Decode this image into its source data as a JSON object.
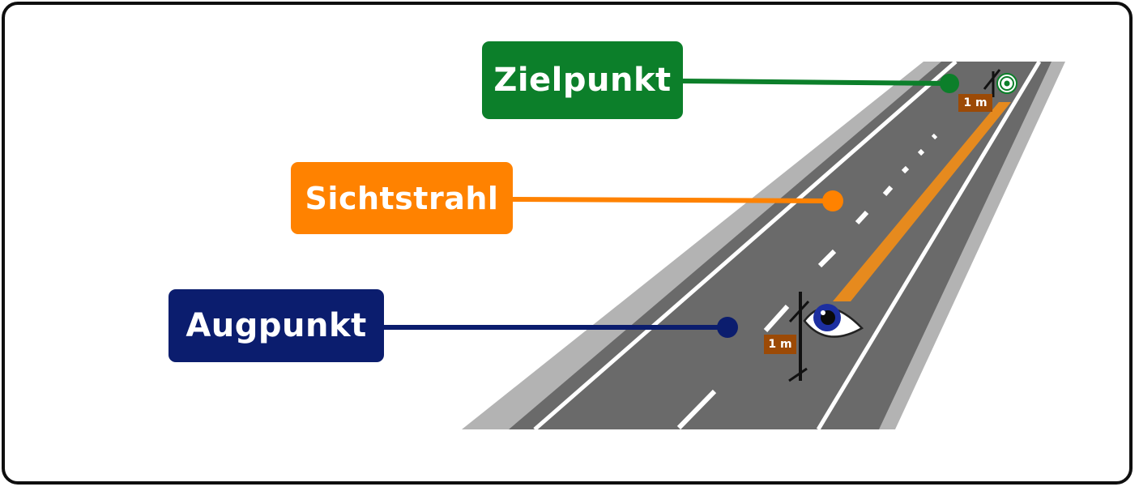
{
  "labels": {
    "zielpunkt": "Zielpunkt",
    "sichtstrahl": "Sichtstrahl",
    "augpunkt": "Augpunkt"
  },
  "measurements": {
    "near_height": "1 m",
    "far_height": "1 m"
  },
  "colors": {
    "zielpunkt": "#0c7f2a",
    "sichtstrahl": "#ff8200",
    "augpunkt": "#0b1d6e",
    "road": "#6a6a6a",
    "shoulder": "#b3b3b3",
    "measure_tag": "#9c4a06",
    "sight_ray": "#e68a1e"
  },
  "icons": [
    "eye-icon",
    "target-icon"
  ]
}
